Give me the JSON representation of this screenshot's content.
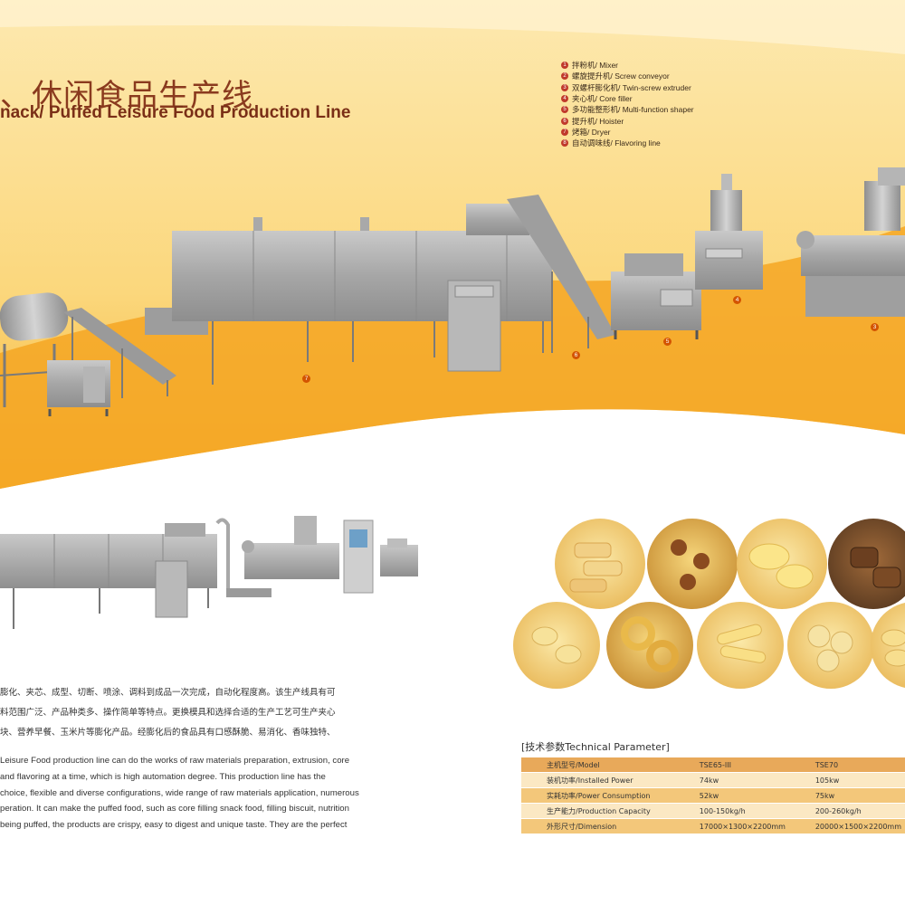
{
  "header": {
    "title_cn": "、休闲食品生产线",
    "title_en": "nack/ Puffed Leisure Food Production Line"
  },
  "legend": {
    "items": [
      {
        "num": "1",
        "label": "拌粉机/ Mixer"
      },
      {
        "num": "2",
        "label": "螺旋提升机/ Screw conveyor"
      },
      {
        "num": "3",
        "label": "双螺杆膨化机/ Twin-screw extruder"
      },
      {
        "num": "4",
        "label": "夹心机/ Core filler"
      },
      {
        "num": "5",
        "label": "多功能整形机/ Multi-function shaper"
      },
      {
        "num": "6",
        "label": "提升机/ Hoister"
      },
      {
        "num": "7",
        "label": "烤箱/ Dryer"
      },
      {
        "num": "8",
        "label": "自动调味线/ Flavoring line"
      }
    ]
  },
  "markers": {
    "m3": "3",
    "m4": "4",
    "m5": "5",
    "m6": "6",
    "m7": "7"
  },
  "description": {
    "cn_lines": [
      "膨化、夹芯、成型、切断、喷涂、调料到成品一次完成，自动化程度高。该生产线具有可",
      "料范围广泛、产品种类多、操作简单等特点。更换模具和选择合适的生产工艺可生产夹心",
      "块、营养早餐、玉米片等膨化产品。经膨化后的食品具有口感酥脆、易消化、香味独特、"
    ],
    "en_lines": [
      "Leisure Food production line can do the works of raw materials preparation, extrusion, core",
      "and flavoring at a time, which is high automation degree. This production line has the",
      "choice, flexible and diverse configurations, wide range of raw materials application, numerous",
      "peration. It can make the puffed food, such as core filling snack food, filling biscuit, nutrition",
      "being puffed, the products are crispy, easy to digest and unique taste. They are the perfect"
    ]
  },
  "technical": {
    "title": "[技术参数Technical Parameter]",
    "rows": [
      [
        "主机型号/Model",
        "TSE65-III",
        "TSE70"
      ],
      [
        "装机功率/Installed Power",
        "74kw",
        "105kw"
      ],
      [
        "实耗功率/Power Consumption",
        "52kw",
        "75kw"
      ],
      [
        "生产能力/Production Capacity",
        "100-150kg/h",
        "200-260kg/h"
      ],
      [
        "外形尺寸/Dimension",
        "17000×1300×2200mm",
        "20000×1500×2200mm"
      ]
    ]
  },
  "colors": {
    "band_top": "#fbe4a6",
    "band_orange": "#f6b636",
    "accent_text": "#8a3a1e",
    "marker": "#d35400"
  }
}
